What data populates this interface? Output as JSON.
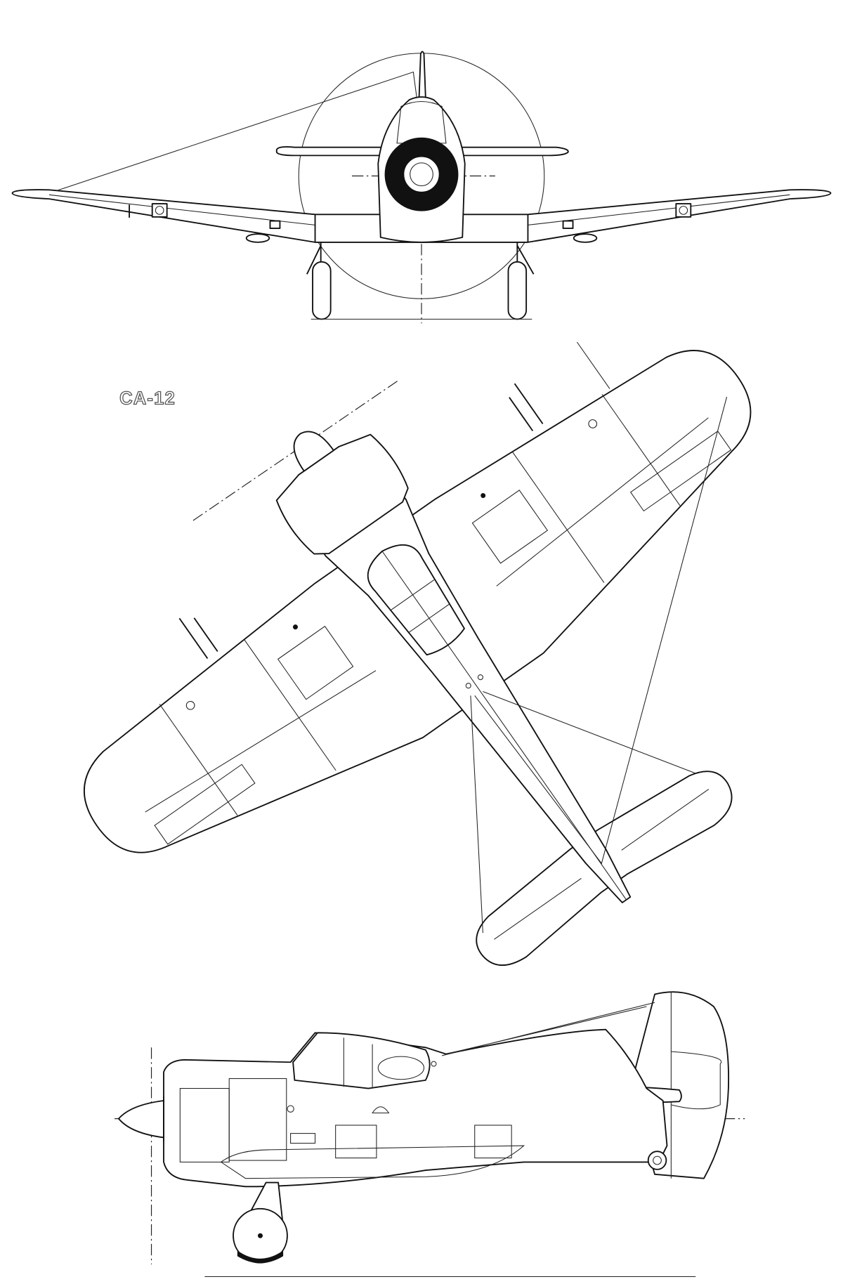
{
  "drawing": {
    "designation": "CA-12",
    "views": [
      "front",
      "top",
      "side"
    ],
    "line_color": "#111111",
    "label_color": "#555555"
  }
}
